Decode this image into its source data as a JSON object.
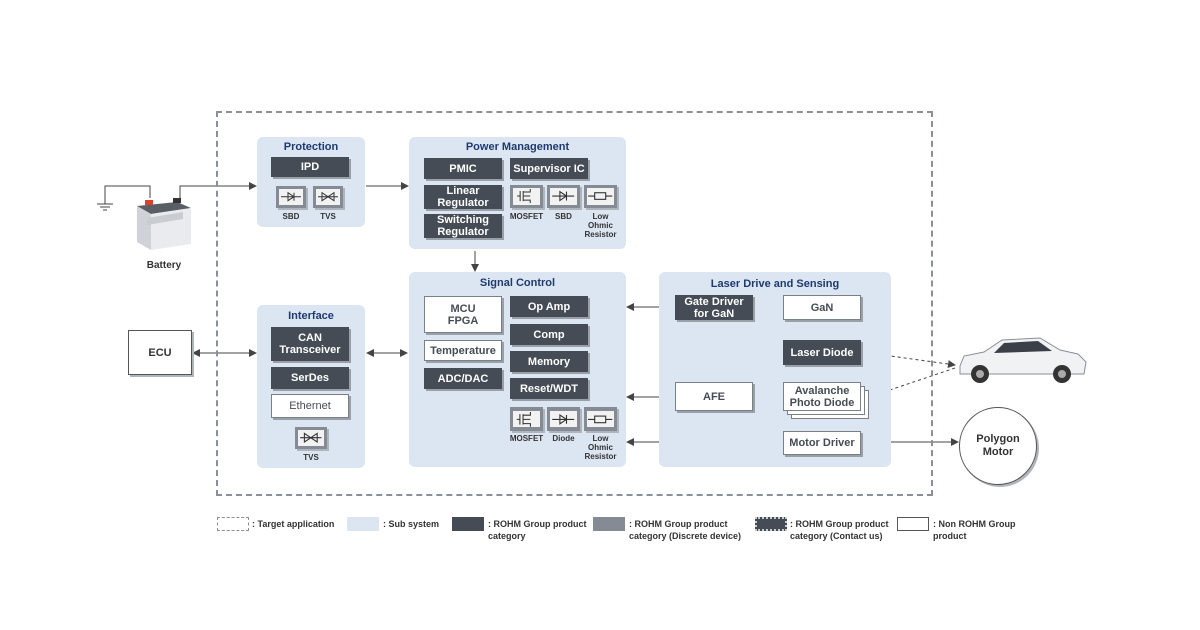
{
  "battery": {
    "label": "Battery"
  },
  "ecu": {
    "label": "ECU"
  },
  "polygon_motor": {
    "label": "Polygon\nMotor"
  },
  "protection": {
    "title": "Protection",
    "ipd": "IPD",
    "devices": [
      "SBD",
      "TVS"
    ]
  },
  "power_management": {
    "title": "Power Management",
    "pmic": "PMIC",
    "supervisor": "Supervisor IC",
    "linear": "Linear\nRegulator",
    "switching": "Switching\nRegulator",
    "devices": [
      "MOSFET",
      "SBD",
      "Low\nOhmic\nResistor"
    ]
  },
  "interface": {
    "title": "Interface",
    "can": "CAN\nTransceiver",
    "serdes": "SerDes",
    "ethernet": "Ethernet",
    "devices": [
      "TVS"
    ]
  },
  "signal_control": {
    "title": "Signal Control",
    "mcu": "MCU\nFPGA",
    "temperature": "Temperature",
    "adc": "ADC/DAC",
    "opamp": "Op Amp",
    "comp": "Comp",
    "memory": "Memory",
    "reset": "Reset/WDT",
    "devices": [
      "MOSFET",
      "Diode",
      "Low\nOhmic\nResistor"
    ]
  },
  "laser": {
    "title": "Laser Drive and Sensing",
    "gate_driver": "Gate Driver\nfor GaN",
    "gan": "GaN",
    "laser_diode": "Laser Diode",
    "afe": "AFE",
    "apd": "Avalanche\nPhoto Diode",
    "motor_driver": "Motor Driver"
  },
  "legend": {
    "target": ": Target application",
    "subsystem": ": Sub system",
    "rohm": ": ROHM Group product\ncategory",
    "discrete": ": ROHM Group product\ncategory (Discrete device)",
    "contact": ": ROHM Group product\ncategory (Contact us)",
    "non_rohm": ": Non ROHM Group\nproduct"
  },
  "colors": {
    "subsystem_bg": "#dce6f2",
    "rohm_dark": "#454c55",
    "discrete_gray": "#848b95",
    "title_blue": "#1f3a6e"
  }
}
